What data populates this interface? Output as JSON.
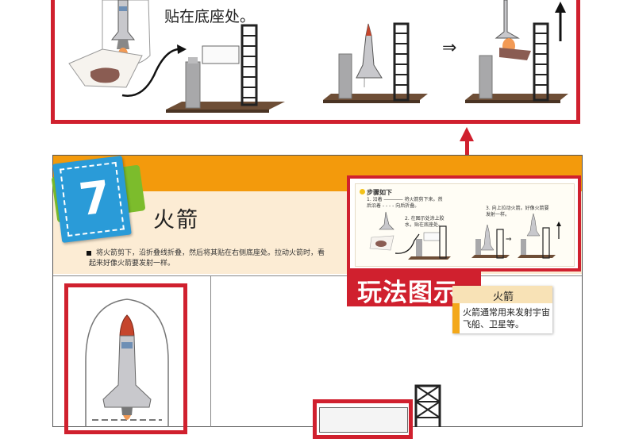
{
  "zoom_panel": {
    "caption": "贴在底座处。",
    "arrow": "⇒"
  },
  "lesson": {
    "number": "7",
    "title": "火箭",
    "instructions": "将火箭剪下，沿折叠线折叠，然后将其贴在右侧底座处。拉动火箭时，看起来好像火箭要发射一样。"
  },
  "inset": {
    "steps_title": "步骤如下",
    "step1": "1. 沿着 ―――― 将火箭剪下来。然后沿着 - - - - 向后折叠。",
    "step2": "2. 在图示处涂上胶水，贴在底座处。",
    "step3": "3. 向上拉动火箭。好像火箭要发射一样。",
    "arrow": "⇒"
  },
  "play_label": "玩法图示",
  "info_card": {
    "title": "火箭",
    "body": "火箭通常用来发射宇宙飞船、卫星等。"
  },
  "colors": {
    "accent_red": "#d0202e",
    "orange": "#f39a0c",
    "blue": "#2a9bd8",
    "green": "#7cbc2c",
    "cream": "#fcecd4"
  }
}
